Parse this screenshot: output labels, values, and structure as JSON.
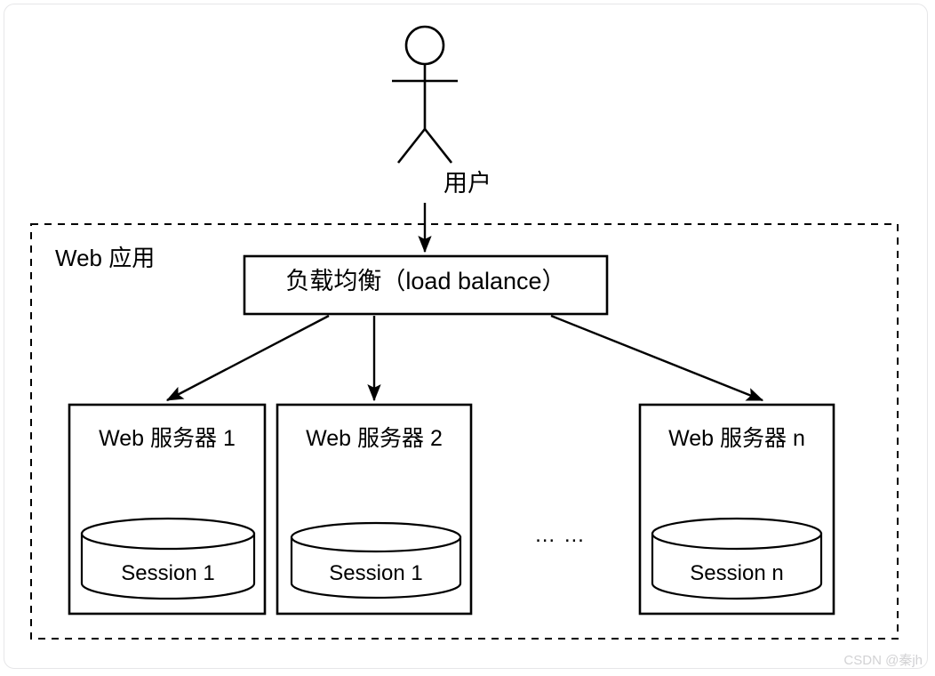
{
  "diagram": {
    "title_actor": "用户",
    "container_label": "Web 应用",
    "load_balancer": "负载均衡（load balance）",
    "servers": [
      {
        "title": "Web 服务器 1",
        "session": "Session 1"
      },
      {
        "title": "Web 服务器 2",
        "session": "Session 1"
      },
      {
        "title": "Web 服务器 n",
        "session": "Session n"
      }
    ],
    "ellipsis": "… …",
    "colors": {
      "stroke": "#000000",
      "frame": "#e6e6e8",
      "watermark": "#d2d2d4",
      "background": "#ffffff"
    }
  },
  "watermark": {
    "text": "CSDN @秦jh"
  }
}
